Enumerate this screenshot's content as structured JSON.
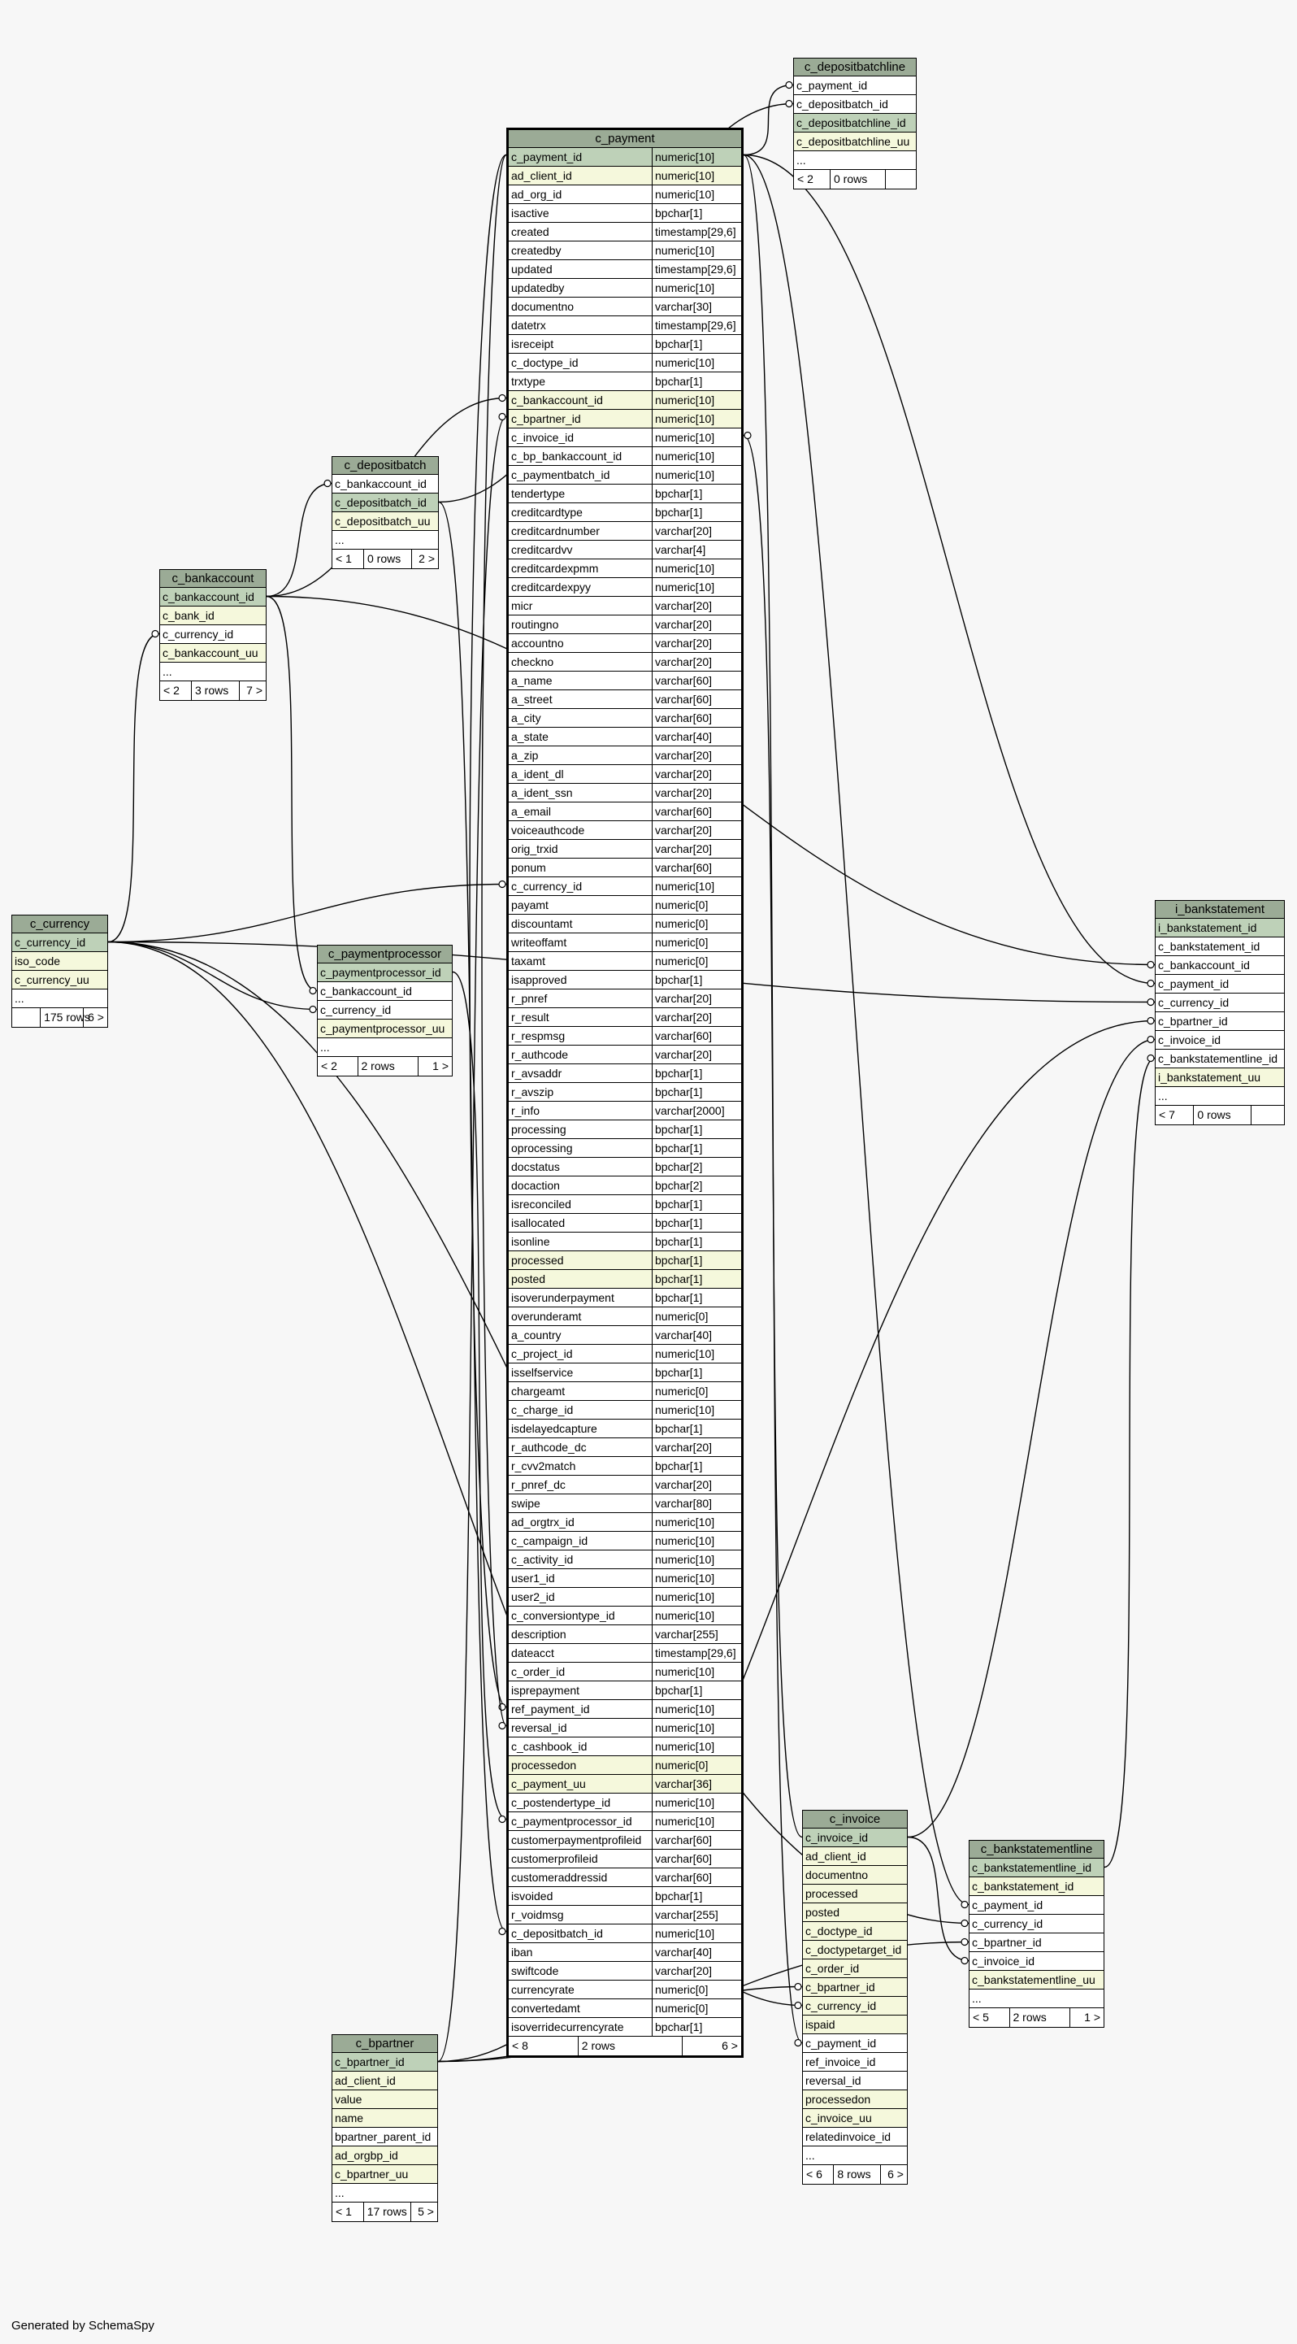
{
  "generated_by": "Generated by SchemaSpy",
  "tables": {
    "c_payment": {
      "name": "c_payment",
      "columns": [
        [
          "c_payment_id",
          "numeric[10]",
          "pk"
        ],
        [
          "ad_client_id",
          "numeric[10]",
          "idx"
        ],
        [
          "ad_org_id",
          "numeric[10]",
          ""
        ],
        [
          "isactive",
          "bpchar[1]",
          ""
        ],
        [
          "created",
          "timestamp[29,6]",
          ""
        ],
        [
          "createdby",
          "numeric[10]",
          ""
        ],
        [
          "updated",
          "timestamp[29,6]",
          ""
        ],
        [
          "updatedby",
          "numeric[10]",
          ""
        ],
        [
          "documentno",
          "varchar[30]",
          ""
        ],
        [
          "datetrx",
          "timestamp[29,6]",
          ""
        ],
        [
          "isreceipt",
          "bpchar[1]",
          ""
        ],
        [
          "c_doctype_id",
          "numeric[10]",
          ""
        ],
        [
          "trxtype",
          "bpchar[1]",
          ""
        ],
        [
          "c_bankaccount_id",
          "numeric[10]",
          "idx"
        ],
        [
          "c_bpartner_id",
          "numeric[10]",
          "idx"
        ],
        [
          "c_invoice_id",
          "numeric[10]",
          ""
        ],
        [
          "c_bp_bankaccount_id",
          "numeric[10]",
          ""
        ],
        [
          "c_paymentbatch_id",
          "numeric[10]",
          ""
        ],
        [
          "tendertype",
          "bpchar[1]",
          ""
        ],
        [
          "creditcardtype",
          "bpchar[1]",
          ""
        ],
        [
          "creditcardnumber",
          "varchar[20]",
          ""
        ],
        [
          "creditcardvv",
          "varchar[4]",
          ""
        ],
        [
          "creditcardexpmm",
          "numeric[10]",
          ""
        ],
        [
          "creditcardexpyy",
          "numeric[10]",
          ""
        ],
        [
          "micr",
          "varchar[20]",
          ""
        ],
        [
          "routingno",
          "varchar[20]",
          ""
        ],
        [
          "accountno",
          "varchar[20]",
          ""
        ],
        [
          "checkno",
          "varchar[20]",
          ""
        ],
        [
          "a_name",
          "varchar[60]",
          ""
        ],
        [
          "a_street",
          "varchar[60]",
          ""
        ],
        [
          "a_city",
          "varchar[60]",
          ""
        ],
        [
          "a_state",
          "varchar[40]",
          ""
        ],
        [
          "a_zip",
          "varchar[20]",
          ""
        ],
        [
          "a_ident_dl",
          "varchar[20]",
          ""
        ],
        [
          "a_ident_ssn",
          "varchar[20]",
          ""
        ],
        [
          "a_email",
          "varchar[60]",
          ""
        ],
        [
          "voiceauthcode",
          "varchar[20]",
          ""
        ],
        [
          "orig_trxid",
          "varchar[20]",
          ""
        ],
        [
          "ponum",
          "varchar[60]",
          ""
        ],
        [
          "c_currency_id",
          "numeric[10]",
          ""
        ],
        [
          "payamt",
          "numeric[0]",
          ""
        ],
        [
          "discountamt",
          "numeric[0]",
          ""
        ],
        [
          "writeoffamt",
          "numeric[0]",
          ""
        ],
        [
          "taxamt",
          "numeric[0]",
          ""
        ],
        [
          "isapproved",
          "bpchar[1]",
          ""
        ],
        [
          "r_pnref",
          "varchar[20]",
          ""
        ],
        [
          "r_result",
          "varchar[20]",
          ""
        ],
        [
          "r_respmsg",
          "varchar[60]",
          ""
        ],
        [
          "r_authcode",
          "varchar[20]",
          ""
        ],
        [
          "r_avsaddr",
          "bpchar[1]",
          ""
        ],
        [
          "r_avszip",
          "bpchar[1]",
          ""
        ],
        [
          "r_info",
          "varchar[2000]",
          ""
        ],
        [
          "processing",
          "bpchar[1]",
          ""
        ],
        [
          "oprocessing",
          "bpchar[1]",
          ""
        ],
        [
          "docstatus",
          "bpchar[2]",
          ""
        ],
        [
          "docaction",
          "bpchar[2]",
          ""
        ],
        [
          "isreconciled",
          "bpchar[1]",
          ""
        ],
        [
          "isallocated",
          "bpchar[1]",
          ""
        ],
        [
          "isonline",
          "bpchar[1]",
          ""
        ],
        [
          "processed",
          "bpchar[1]",
          "idx"
        ],
        [
          "posted",
          "bpchar[1]",
          "idx"
        ],
        [
          "isoverunderpayment",
          "bpchar[1]",
          ""
        ],
        [
          "overunderamt",
          "numeric[0]",
          ""
        ],
        [
          "a_country",
          "varchar[40]",
          ""
        ],
        [
          "c_project_id",
          "numeric[10]",
          ""
        ],
        [
          "isselfservice",
          "bpchar[1]",
          ""
        ],
        [
          "chargeamt",
          "numeric[0]",
          ""
        ],
        [
          "c_charge_id",
          "numeric[10]",
          ""
        ],
        [
          "isdelayedcapture",
          "bpchar[1]",
          ""
        ],
        [
          "r_authcode_dc",
          "varchar[20]",
          ""
        ],
        [
          "r_cvv2match",
          "bpchar[1]",
          ""
        ],
        [
          "r_pnref_dc",
          "varchar[20]",
          ""
        ],
        [
          "swipe",
          "varchar[80]",
          ""
        ],
        [
          "ad_orgtrx_id",
          "numeric[10]",
          ""
        ],
        [
          "c_campaign_id",
          "numeric[10]",
          ""
        ],
        [
          "c_activity_id",
          "numeric[10]",
          ""
        ],
        [
          "user1_id",
          "numeric[10]",
          ""
        ],
        [
          "user2_id",
          "numeric[10]",
          ""
        ],
        [
          "c_conversiontype_id",
          "numeric[10]",
          ""
        ],
        [
          "description",
          "varchar[255]",
          ""
        ],
        [
          "dateacct",
          "timestamp[29,6]",
          ""
        ],
        [
          "c_order_id",
          "numeric[10]",
          ""
        ],
        [
          "isprepayment",
          "bpchar[1]",
          ""
        ],
        [
          "ref_payment_id",
          "numeric[10]",
          ""
        ],
        [
          "reversal_id",
          "numeric[10]",
          ""
        ],
        [
          "c_cashbook_id",
          "numeric[10]",
          ""
        ],
        [
          "processedon",
          "numeric[0]",
          "idx"
        ],
        [
          "c_payment_uu",
          "varchar[36]",
          "idx"
        ],
        [
          "c_postendertype_id",
          "numeric[10]",
          ""
        ],
        [
          "c_paymentprocessor_id",
          "numeric[10]",
          ""
        ],
        [
          "customerpaymentprofileid",
          "varchar[60]",
          ""
        ],
        [
          "customerprofileid",
          "varchar[60]",
          ""
        ],
        [
          "customeraddressid",
          "varchar[60]",
          ""
        ],
        [
          "isvoided",
          "bpchar[1]",
          ""
        ],
        [
          "r_voidmsg",
          "varchar[255]",
          ""
        ],
        [
          "c_depositbatch_id",
          "numeric[10]",
          ""
        ],
        [
          "iban",
          "varchar[40]",
          ""
        ],
        [
          "swiftcode",
          "varchar[20]",
          ""
        ],
        [
          "currencyrate",
          "numeric[0]",
          ""
        ],
        [
          "convertedamt",
          "numeric[0]",
          ""
        ],
        [
          "isoverridecurrencyrate",
          "bpchar[1]",
          ""
        ]
      ],
      "footer": [
        "< 8",
        "2 rows",
        "6 >"
      ]
    },
    "c_depositbatchline": {
      "name": "c_depositbatchline",
      "columns": [
        [
          "c_payment_id",
          "",
          ""
        ],
        [
          "c_depositbatch_id",
          "",
          ""
        ],
        [
          "c_depositbatchline_id",
          "",
          "pk"
        ],
        [
          "c_depositbatchline_uu",
          "",
          "idx"
        ],
        [
          "...",
          "",
          ""
        ]
      ],
      "footer": [
        "< 2",
        "0 rows",
        ""
      ]
    },
    "c_depositbatch": {
      "name": "c_depositbatch",
      "columns": [
        [
          "c_bankaccount_id",
          "",
          ""
        ],
        [
          "c_depositbatch_id",
          "",
          "pk"
        ],
        [
          "c_depositbatch_uu",
          "",
          "idx"
        ],
        [
          "...",
          "",
          ""
        ]
      ],
      "footer": [
        "< 1",
        "0 rows",
        "2 >"
      ]
    },
    "c_bankaccount": {
      "name": "c_bankaccount",
      "columns": [
        [
          "c_bankaccount_id",
          "",
          "pk"
        ],
        [
          "c_bank_id",
          "",
          "idx"
        ],
        [
          "c_currency_id",
          "",
          ""
        ],
        [
          "c_bankaccount_uu",
          "",
          "idx"
        ],
        [
          "...",
          "",
          ""
        ]
      ],
      "footer": [
        "< 2",
        "3 rows",
        "7 >"
      ]
    },
    "c_currency": {
      "name": "c_currency",
      "columns": [
        [
          "c_currency_id",
          "",
          "pk"
        ],
        [
          "iso_code",
          "",
          "idx"
        ],
        [
          "c_currency_uu",
          "",
          "idx"
        ],
        [
          "...",
          "",
          ""
        ]
      ],
      "footer": [
        "",
        "175 rows",
        "6 >"
      ]
    },
    "c_paymentprocessor": {
      "name": "c_paymentprocessor",
      "columns": [
        [
          "c_paymentprocessor_id",
          "",
          "pk"
        ],
        [
          "c_bankaccount_id",
          "",
          ""
        ],
        [
          "c_currency_id",
          "",
          ""
        ],
        [
          "c_paymentprocessor_uu",
          "",
          "idx"
        ],
        [
          "...",
          "",
          ""
        ]
      ],
      "footer": [
        "< 2",
        "2 rows",
        "1 >"
      ]
    },
    "i_bankstatement": {
      "name": "i_bankstatement",
      "columns": [
        [
          "i_bankstatement_id",
          "",
          "pk"
        ],
        [
          "c_bankstatement_id",
          "",
          ""
        ],
        [
          "c_bankaccount_id",
          "",
          ""
        ],
        [
          "c_payment_id",
          "",
          ""
        ],
        [
          "c_currency_id",
          "",
          ""
        ],
        [
          "c_bpartner_id",
          "",
          ""
        ],
        [
          "c_invoice_id",
          "",
          ""
        ],
        [
          "c_bankstatementline_id",
          "",
          ""
        ],
        [
          "i_bankstatement_uu",
          "",
          "idx"
        ],
        [
          "...",
          "",
          ""
        ]
      ],
      "footer": [
        "< 7",
        "0 rows",
        ""
      ]
    },
    "c_invoice": {
      "name": "c_invoice",
      "columns": [
        [
          "c_invoice_id",
          "",
          "pk"
        ],
        [
          "ad_client_id",
          "",
          "idx"
        ],
        [
          "documentno",
          "",
          "idx"
        ],
        [
          "processed",
          "",
          "idx"
        ],
        [
          "posted",
          "",
          "idx"
        ],
        [
          "c_doctype_id",
          "",
          "idx"
        ],
        [
          "c_doctypetarget_id",
          "",
          "idx"
        ],
        [
          "c_order_id",
          "",
          "idx"
        ],
        [
          "c_bpartner_id",
          "",
          "idx"
        ],
        [
          "c_currency_id",
          "",
          "idx"
        ],
        [
          "ispaid",
          "",
          "idx"
        ],
        [
          "c_payment_id",
          "",
          ""
        ],
        [
          "ref_invoice_id",
          "",
          ""
        ],
        [
          "reversal_id",
          "",
          ""
        ],
        [
          "processedon",
          "",
          "idx"
        ],
        [
          "c_invoice_uu",
          "",
          "idx"
        ],
        [
          "relatedinvoice_id",
          "",
          ""
        ],
        [
          "...",
          "",
          ""
        ]
      ],
      "footer": [
        "< 6",
        "8 rows",
        "6 >"
      ]
    },
    "c_bankstatementline": {
      "name": "c_bankstatementline",
      "columns": [
        [
          "c_bankstatementline_id",
          "",
          "pk"
        ],
        [
          "c_bankstatement_id",
          "",
          "idx"
        ],
        [
          "c_payment_id",
          "",
          ""
        ],
        [
          "c_currency_id",
          "",
          ""
        ],
        [
          "c_bpartner_id",
          "",
          ""
        ],
        [
          "c_invoice_id",
          "",
          ""
        ],
        [
          "c_bankstatementline_uu",
          "",
          "idx"
        ],
        [
          "...",
          "",
          ""
        ]
      ],
      "footer": [
        "< 5",
        "2 rows",
        "1 >"
      ]
    },
    "c_bpartner": {
      "name": "c_bpartner",
      "columns": [
        [
          "c_bpartner_id",
          "",
          "pk"
        ],
        [
          "ad_client_id",
          "",
          "idx"
        ],
        [
          "value",
          "",
          "idx"
        ],
        [
          "name",
          "",
          "idx"
        ],
        [
          "bpartner_parent_id",
          "",
          ""
        ],
        [
          "ad_orgbp_id",
          "",
          "idx"
        ],
        [
          "c_bpartner_uu",
          "",
          "idx"
        ],
        [
          "...",
          "",
          ""
        ]
      ],
      "footer": [
        "< 1",
        "17 rows",
        "5 >"
      ]
    }
  },
  "relationships": [
    [
      "c_depositbatchline.c_payment_id",
      "c_payment.c_payment_id"
    ],
    [
      "c_depositbatchline.c_depositbatch_id",
      "c_depositbatch.c_depositbatch_id"
    ],
    [
      "c_depositbatch.c_bankaccount_id",
      "c_bankaccount.c_bankaccount_id"
    ],
    [
      "c_bankaccount.c_currency_id",
      "c_currency.c_currency_id"
    ],
    [
      "c_payment.c_bankaccount_id",
      "c_bankaccount.c_bankaccount_id"
    ],
    [
      "c_payment.c_bpartner_id",
      "c_bpartner.c_bpartner_id"
    ],
    [
      "c_payment.c_invoice_id",
      "c_invoice.c_invoice_id"
    ],
    [
      "c_payment.c_currency_id",
      "c_currency.c_currency_id"
    ],
    [
      "c_payment.ref_payment_id",
      "c_payment.c_payment_id"
    ],
    [
      "c_payment.reversal_id",
      "c_payment.c_payment_id"
    ],
    [
      "c_payment.c_paymentprocessor_id",
      "c_paymentprocessor.c_paymentprocessor_id"
    ],
    [
      "c_payment.c_depositbatch_id",
      "c_depositbatch.c_depositbatch_id"
    ],
    [
      "c_paymentprocessor.c_bankaccount_id",
      "c_bankaccount.c_bankaccount_id"
    ],
    [
      "c_paymentprocessor.c_currency_id",
      "c_currency.c_currency_id"
    ],
    [
      "i_bankstatement.c_bankaccount_id",
      "c_bankaccount.c_bankaccount_id"
    ],
    [
      "i_bankstatement.c_payment_id",
      "c_payment.c_payment_id"
    ],
    [
      "i_bankstatement.c_currency_id",
      "c_currency.c_currency_id"
    ],
    [
      "i_bankstatement.c_bpartner_id",
      "c_bpartner.c_bpartner_id"
    ],
    [
      "i_bankstatement.c_invoice_id",
      "c_invoice.c_invoice_id"
    ],
    [
      "i_bankstatement.c_bankstatementline_id",
      "c_bankstatementline.c_bankstatementline_id"
    ],
    [
      "c_invoice.c_bpartner_id",
      "c_bpartner.c_bpartner_id"
    ],
    [
      "c_invoice.c_currency_id",
      "c_currency.c_currency_id"
    ],
    [
      "c_invoice.c_payment_id",
      "c_payment.c_payment_id"
    ],
    [
      "c_bankstatementline.c_payment_id",
      "c_payment.c_payment_id"
    ],
    [
      "c_bankstatementline.c_currency_id",
      "c_currency.c_currency_id"
    ],
    [
      "c_bankstatementline.c_bpartner_id",
      "c_bpartner.c_bpartner_id"
    ],
    [
      "c_bankstatementline.c_invoice_id",
      "c_invoice.c_invoice_id"
    ]
  ],
  "colors": {
    "header": "#9bab96",
    "primary_key": "#bed1b8",
    "indexed": "#f5f8dc",
    "background": "#f7f7f7"
  }
}
